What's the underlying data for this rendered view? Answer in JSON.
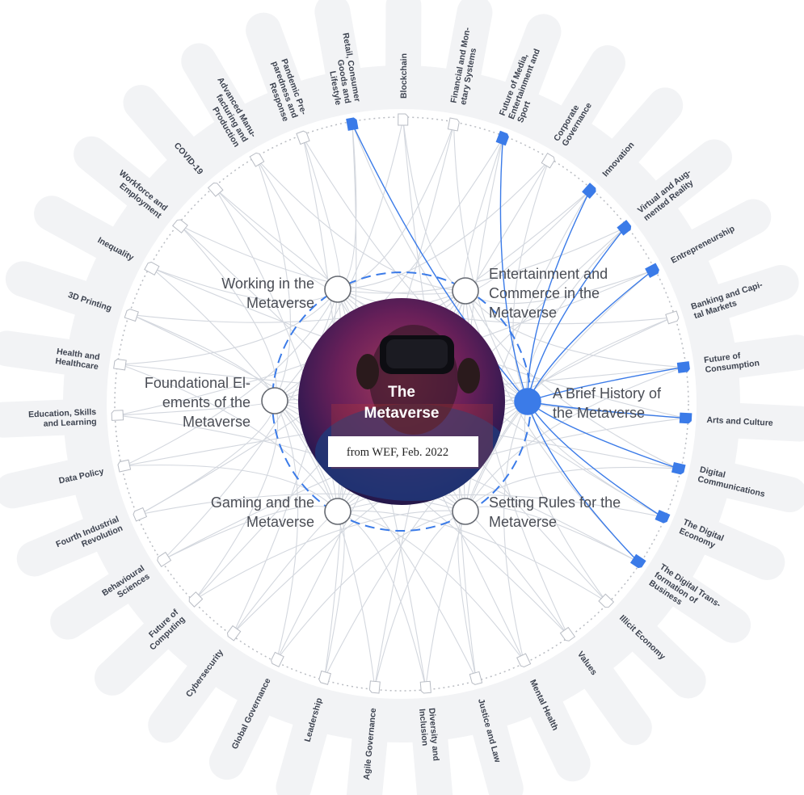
{
  "center": {
    "title_lines": [
      "The",
      "Metaverse"
    ],
    "source": "from WEF, Feb. 2022",
    "image": "vr-headset-photo"
  },
  "colors": {
    "accent": "#3b7be8",
    "link_gray": "#d3d7de",
    "halo": "#f2f3f5",
    "ring_dotted": "#b9bcc2",
    "label_text": "#3d4350",
    "section_text": "#4a4d55"
  },
  "sections": [
    {
      "id": "working",
      "lines": [
        "Working in the",
        "Metaverse"
      ],
      "active": false
    },
    {
      "id": "entertainment",
      "lines": [
        "Entertainment and",
        "Commerce in the",
        "Metaverse"
      ],
      "active": false
    },
    {
      "id": "history",
      "lines": [
        "A Brief History of",
        "the Metaverse"
      ],
      "active": true
    },
    {
      "id": "rules",
      "lines": [
        "Setting Rules for the",
        "Metaverse"
      ],
      "active": false
    },
    {
      "id": "gaming",
      "lines": [
        "Gaming and the",
        "Metaverse"
      ],
      "active": false
    },
    {
      "id": "foundational",
      "lines": [
        "Foundational El-",
        "ements of the",
        "Metaverse"
      ],
      "active": false
    }
  ],
  "topics": [
    {
      "lines": [
        "Retail, Consumer",
        "Goods and",
        "Lifestyle"
      ],
      "highlighted": true
    },
    {
      "lines": [
        "Blockchain"
      ],
      "highlighted": false
    },
    {
      "lines": [
        "Financial and Mon-",
        "etary Systems"
      ],
      "highlighted": false
    },
    {
      "lines": [
        "Future of Media,",
        "Entertainment and",
        "Sport"
      ],
      "highlighted": true
    },
    {
      "lines": [
        "Corporate",
        "Governance"
      ],
      "highlighted": false
    },
    {
      "lines": [
        "Innovation"
      ],
      "highlighted": true
    },
    {
      "lines": [
        "Virtual and Aug-",
        "mented Reality"
      ],
      "highlighted": true
    },
    {
      "lines": [
        "Entrepreneurship"
      ],
      "highlighted": true
    },
    {
      "lines": [
        "Banking and Capi-",
        "tal Markets"
      ],
      "highlighted": false
    },
    {
      "lines": [
        "Future of",
        "Consumption"
      ],
      "highlighted": true
    },
    {
      "lines": [
        "Arts and Culture"
      ],
      "highlighted": true
    },
    {
      "lines": [
        "Digital",
        "Communications"
      ],
      "highlighted": true
    },
    {
      "lines": [
        "The Digital",
        "Economy"
      ],
      "highlighted": true
    },
    {
      "lines": [
        "The Digital Trans-",
        "formation of",
        "Business"
      ],
      "highlighted": true
    },
    {
      "lines": [
        "Illicit Economy"
      ],
      "highlighted": false
    },
    {
      "lines": [
        "Values"
      ],
      "highlighted": false
    },
    {
      "lines": [
        "Mental Health"
      ],
      "highlighted": false
    },
    {
      "lines": [
        "Justice and Law"
      ],
      "highlighted": false
    },
    {
      "lines": [
        "Diversity and",
        "Inclusion"
      ],
      "highlighted": false
    },
    {
      "lines": [
        "Agile Governance"
      ],
      "highlighted": false
    },
    {
      "lines": [
        "Leadership"
      ],
      "highlighted": false
    },
    {
      "lines": [
        "Global Governance"
      ],
      "highlighted": false
    },
    {
      "lines": [
        "Cybersecurity"
      ],
      "highlighted": false
    },
    {
      "lines": [
        "Future of",
        "Computing"
      ],
      "highlighted": false
    },
    {
      "lines": [
        "Behavioural",
        "Sciences"
      ],
      "highlighted": false
    },
    {
      "lines": [
        "Fourth Industrial",
        "Revolution"
      ],
      "highlighted": false
    },
    {
      "lines": [
        "Data Policy"
      ],
      "highlighted": false
    },
    {
      "lines": [
        "Education, Skills",
        "and Learning"
      ],
      "highlighted": false
    },
    {
      "lines": [
        "Health and",
        "Healthcare"
      ],
      "highlighted": false
    },
    {
      "lines": [
        "3D Printing"
      ],
      "highlighted": false
    },
    {
      "lines": [
        "Inequality"
      ],
      "highlighted": false
    },
    {
      "lines": [
        "Workforce and",
        "Employment"
      ],
      "highlighted": false
    },
    {
      "lines": [
        "COVID-19"
      ],
      "highlighted": false
    },
    {
      "lines": [
        "Advanced Manu-",
        "facturing and",
        "Production"
      ],
      "highlighted": false
    },
    {
      "lines": [
        "Pandemic Pre-",
        "paredness and",
        "Response"
      ],
      "highlighted": false
    }
  ]
}
